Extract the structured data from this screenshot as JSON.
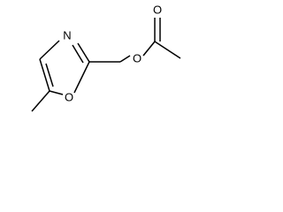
{
  "structure": {
    "atoms": {
      "ring_nitrogen": "N",
      "ring_oxygen": "O",
      "ester_oxygen": "O",
      "carbonyl_oxygen": "O"
    }
  },
  "colors": {
    "bond": "#000000",
    "label": "#000000",
    "background": "#ffffff"
  }
}
